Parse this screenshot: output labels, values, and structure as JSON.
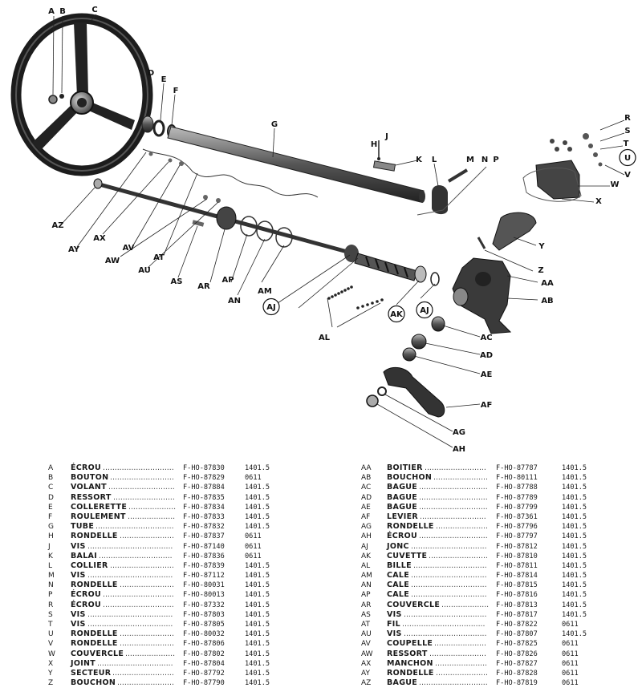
{
  "callouts": [
    "A",
    "B",
    "C",
    "D",
    "E",
    "F",
    "G",
    "H",
    "J",
    "K",
    "L",
    "M",
    "N",
    "P",
    "R",
    "S",
    "T",
    "U",
    "V",
    "W",
    "X",
    "Y",
    "Z",
    "AA",
    "AB",
    "AC",
    "AD",
    "AE",
    "AF",
    "AG",
    "AH",
    "AJ",
    "AK",
    "AL",
    "AM",
    "AN",
    "AP",
    "AR",
    "AS",
    "AT",
    "AU",
    "AV",
    "AW",
    "AX",
    "AY",
    "AZ"
  ],
  "parts_left": [
    {
      "letter": "A",
      "name": "ÉCROU",
      "ref": "F-HO-87830",
      "code": "1401.5"
    },
    {
      "letter": "B",
      "name": "BOUTON",
      "ref": "F-HO-87829",
      "code": "0611"
    },
    {
      "letter": "C",
      "name": "VOLANT",
      "ref": "F-HO-87884",
      "code": "1401.5"
    },
    {
      "letter": "D",
      "name": "RESSORT",
      "ref": "F-HO-87835",
      "code": "1401.5"
    },
    {
      "letter": "E",
      "name": "COLLERETTE",
      "ref": "F-HO-87834",
      "code": "1401.5"
    },
    {
      "letter": "F",
      "name": "ROULEMENT",
      "ref": "F-HO-87833",
      "code": "1401.5"
    },
    {
      "letter": "G",
      "name": "TUBE",
      "ref": "F-HO-87832",
      "code": "1401.5"
    },
    {
      "letter": "H",
      "name": "RONDELLE",
      "ref": "F-HO-87837",
      "code": "0611"
    },
    {
      "letter": "J",
      "name": "VIS",
      "ref": "F-HO-87140",
      "code": "0611"
    },
    {
      "letter": "K",
      "name": "BALAI",
      "ref": "F-HO-87836",
      "code": "0611"
    },
    {
      "letter": "L",
      "name": "COLLIER",
      "ref": "F-HO-87839",
      "code": "1401.5"
    },
    {
      "letter": "M",
      "name": "VIS",
      "ref": "F-HO-87112",
      "code": "1401.5"
    },
    {
      "letter": "N",
      "name": "RONDELLE",
      "ref": "F-HO-80031",
      "code": "1401.5"
    },
    {
      "letter": "P",
      "name": "ÉCROU",
      "ref": "F-HO-80013",
      "code": "1401.5"
    },
    {
      "letter": "R",
      "name": "ÉCROU",
      "ref": "F-HO-87332",
      "code": "1401.5"
    },
    {
      "letter": "S",
      "name": "VIS",
      "ref": "F-HO-87803",
      "code": "1401.5"
    },
    {
      "letter": "T",
      "name": "VIS",
      "ref": "F-HO-87805",
      "code": "1401.5"
    },
    {
      "letter": "U",
      "name": "RONDELLE",
      "ref": "F-HO-80032",
      "code": "1401.5"
    },
    {
      "letter": "V",
      "name": "RONDELLE",
      "ref": "F-HO-87806",
      "code": "1401.5"
    },
    {
      "letter": "W",
      "name": "COUVERCLE",
      "ref": "F-HO-87802",
      "code": "1401.5"
    },
    {
      "letter": "X",
      "name": "JOINT",
      "ref": "F-HO-87804",
      "code": "1401.5"
    },
    {
      "letter": "Y",
      "name": "SECTEUR",
      "ref": "F-HO-87792",
      "code": "1401.5"
    },
    {
      "letter": "Z",
      "name": "BOUCHON",
      "ref": "F-HO-87790",
      "code": "1401.5"
    }
  ],
  "parts_right": [
    {
      "letter": "AA",
      "name": "BOITIER",
      "ref": "F-HO-87787",
      "code": "1401.5"
    },
    {
      "letter": "AB",
      "name": "BOUCHON",
      "ref": "F-HO-80111",
      "code": "1401.5"
    },
    {
      "letter": "AC",
      "name": "BAGUE",
      "ref": "F-HO-87788",
      "code": "1401.5"
    },
    {
      "letter": "AD",
      "name": "BAGUE",
      "ref": "F-HO-87789",
      "code": "1401.5"
    },
    {
      "letter": "AE",
      "name": "BAGUE",
      "ref": "F-HO-87799",
      "code": "1401.5"
    },
    {
      "letter": "AF",
      "name": "LEVIER",
      "ref": "F-HO-87361",
      "code": "1401.5"
    },
    {
      "letter": "AG",
      "name": "RONDELLE",
      "ref": "F-HO-87796",
      "code": "1401.5"
    },
    {
      "letter": "AH",
      "name": "ÉCROU",
      "ref": "F-HO-87797",
      "code": "1401.5"
    },
    {
      "letter": "AJ",
      "name": "JONC",
      "ref": "F-HO-87812",
      "code": "1401.5"
    },
    {
      "letter": "AK",
      "name": "CUVETTE",
      "ref": "F-HO-87810",
      "code": "1401.5"
    },
    {
      "letter": "AL",
      "name": "BILLE",
      "ref": "F-HO-87811",
      "code": "1401.5"
    },
    {
      "letter": "AM",
      "name": "CALE",
      "ref": "F-HO-87814",
      "code": "1401.5"
    },
    {
      "letter": "AN",
      "name": "CALE",
      "ref": "F-HO-87815",
      "code": "1401.5"
    },
    {
      "letter": "AP",
      "name": "CALE",
      "ref": "F-HO-87816",
      "code": "1401.5"
    },
    {
      "letter": "AR",
      "name": "COUVERCLE",
      "ref": "F-HO-87813",
      "code": "1401.5"
    },
    {
      "letter": "AS",
      "name": "VIS",
      "ref": "F-HO-87817",
      "code": "1401.5"
    },
    {
      "letter": "AT",
      "name": "FIL",
      "ref": "F-HO-87822",
      "code": "0611"
    },
    {
      "letter": "AU",
      "name": "VIS",
      "ref": "F-HO-87807",
      "code": "1401.5"
    },
    {
      "letter": "AV",
      "name": "COUPELLE",
      "ref": "F-HO-87825",
      "code": "0611"
    },
    {
      "letter": "AW",
      "name": "RESSORT",
      "ref": "F-HO-87826",
      "code": "0611"
    },
    {
      "letter": "AX",
      "name": "MANCHON",
      "ref": "F-HO-87827",
      "code": "0611"
    },
    {
      "letter": "AY",
      "name": "RONDELLE",
      "ref": "F-HO-87828",
      "code": "0611"
    },
    {
      "letter": "AZ",
      "name": "BAGUE",
      "ref": "F-HO-87819",
      "code": "0611"
    }
  ]
}
